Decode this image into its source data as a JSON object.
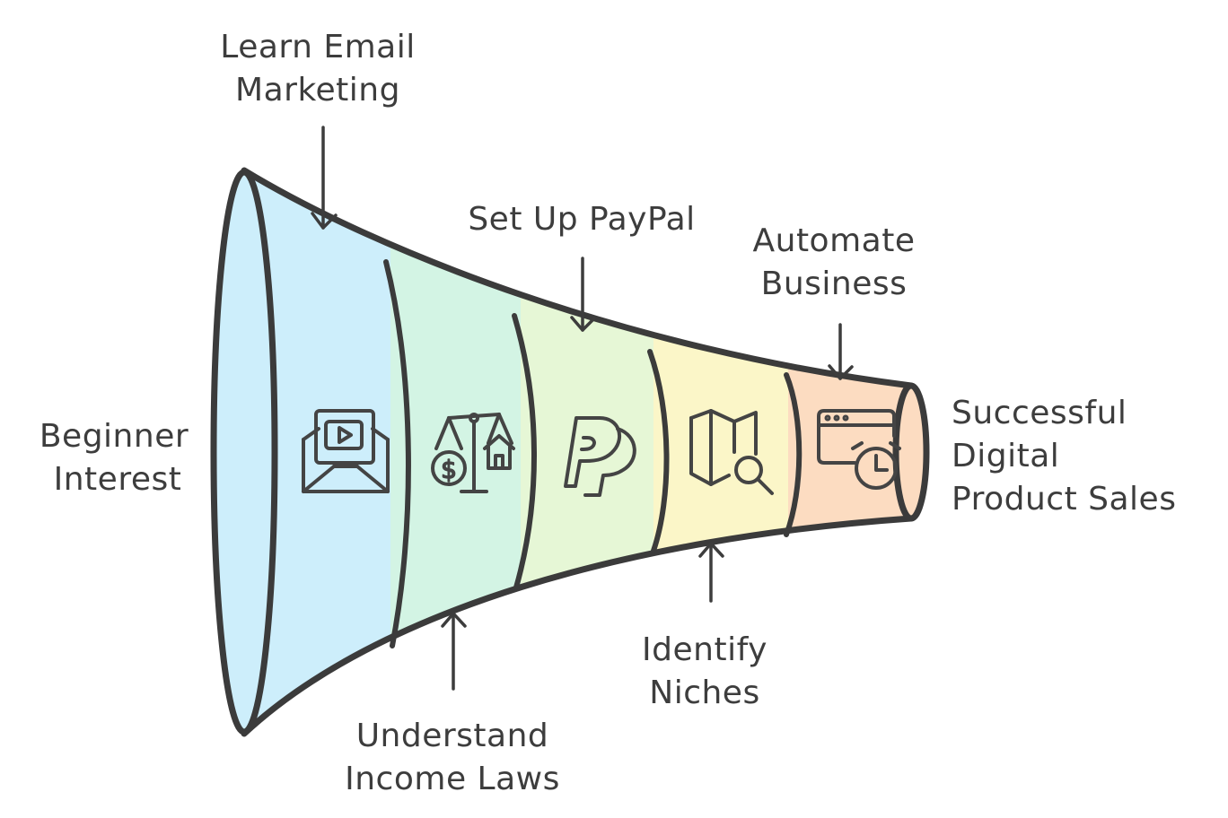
{
  "funnel": {
    "stages": [
      {
        "id": "email",
        "icon": "email-video-icon",
        "color": "#cdeefb"
      },
      {
        "id": "laws",
        "icon": "scale-dollar-house-icon",
        "color": "#d3f4e4"
      },
      {
        "id": "paypal",
        "icon": "paypal-icon",
        "color": "#e6f7d6"
      },
      {
        "id": "niches",
        "icon": "map-search-icon",
        "color": "#fbf6c8"
      },
      {
        "id": "automate",
        "icon": "browser-clock-icon",
        "color": "#fcdcc1"
      }
    ],
    "outline_color": "#3b3b3b"
  },
  "labels": {
    "start": {
      "line1": "Beginner",
      "line2": "Interest"
    },
    "email": {
      "line1": "Learn Email",
      "line2": "Marketing"
    },
    "laws": {
      "line1": "Understand",
      "line2": "Income Laws"
    },
    "paypal": {
      "line1": "Set Up PayPal"
    },
    "niches": {
      "line1": "Identify",
      "line2": "Niches"
    },
    "automate": {
      "line1": "Automate",
      "line2": "Business"
    },
    "end": {
      "line1": "Successful",
      "line2": "Digital",
      "line3": "Product Sales"
    }
  }
}
